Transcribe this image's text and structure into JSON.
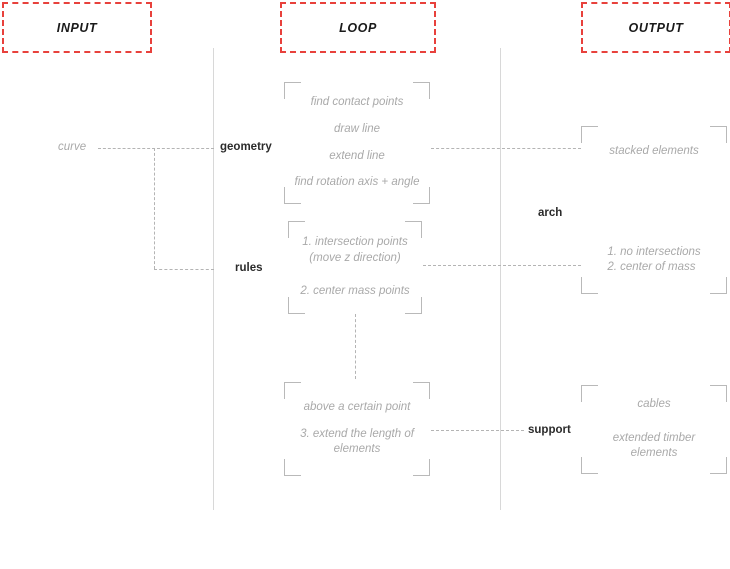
{
  "phases": [
    {
      "id": "input",
      "label": "INPUT"
    },
    {
      "id": "loop",
      "label": "LOOP"
    },
    {
      "id": "output",
      "label": "OUTPUT"
    }
  ],
  "accent_color": "#e8413c",
  "input": {
    "source_label": "curve"
  },
  "nodes": {
    "geometry": "geometry",
    "rules": "rules",
    "arch": "arch",
    "support": "support"
  },
  "loop": {
    "geometry_steps": [
      "find contact points",
      "draw line",
      "extend line",
      "find rotation axis + angle"
    ],
    "rules_steps": [
      "1. intersection points\n(move z direction)",
      "2. center mass points"
    ],
    "support_steps": [
      "above a certain point",
      "3. extend the length of\nelements"
    ]
  },
  "output": {
    "arch_items": [
      "stacked elements",
      "1. no intersections\n2. center of  mass"
    ],
    "support_items": [
      "cables",
      "extended timber\nelements"
    ]
  }
}
